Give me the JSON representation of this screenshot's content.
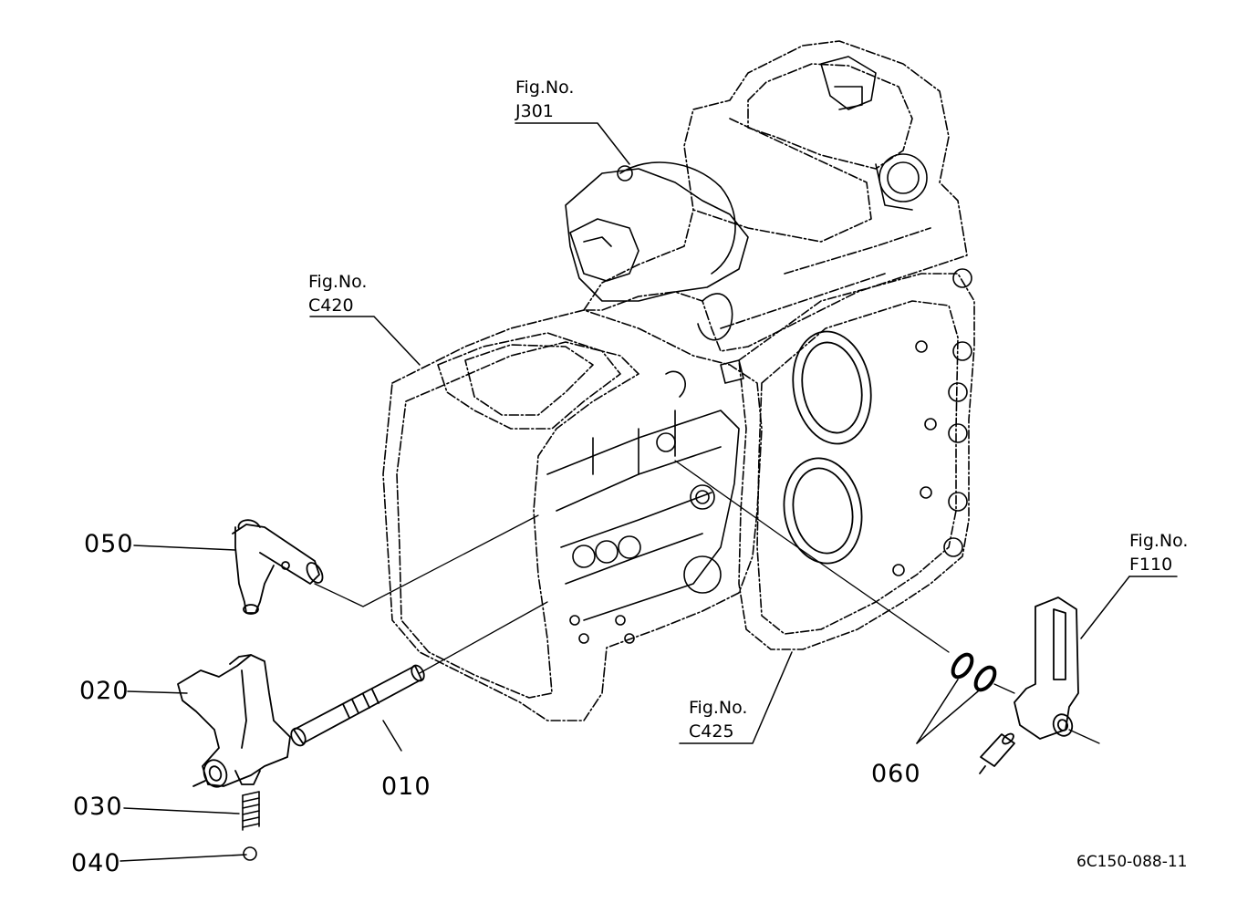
{
  "diagram": {
    "figure_refs": [
      {
        "id": "j301",
        "line1": "Fig.No.",
        "line2": "J301"
      },
      {
        "id": "c420",
        "line1": "Fig.No.",
        "line2": "C420"
      },
      {
        "id": "f110",
        "line1": "Fig.No.",
        "line2": "F110"
      },
      {
        "id": "c425",
        "line1": "Fig.No.",
        "line2": "C425"
      }
    ],
    "parts": [
      {
        "number": "050"
      },
      {
        "number": "020"
      },
      {
        "number": "030"
      },
      {
        "number": "040"
      },
      {
        "number": "010"
      },
      {
        "number": "060"
      }
    ],
    "drawing_code": "6C150-088-11",
    "colors": {
      "line": "#000000",
      "background": "#ffffff"
    }
  }
}
